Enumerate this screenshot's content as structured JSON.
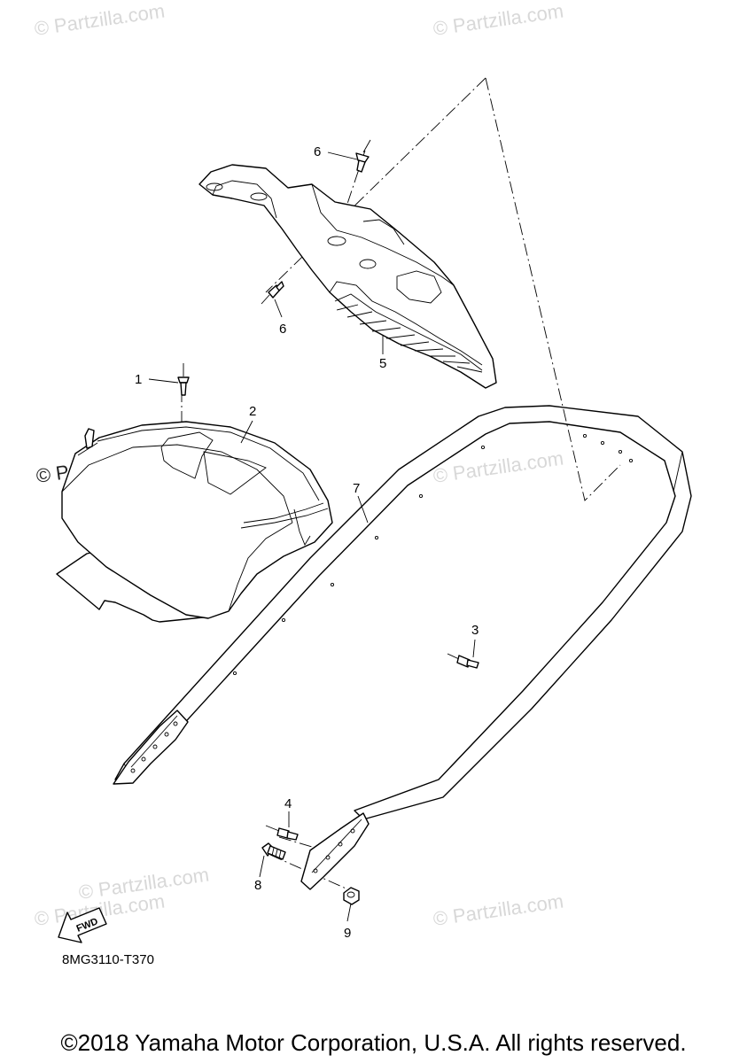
{
  "diagram": {
    "callouts": {
      "c1": "1",
      "c2": "2",
      "c3": "3",
      "c4": "4",
      "c5": "5",
      "c6a": "6",
      "c6b": "6",
      "c7": "7",
      "c8": "8",
      "c9": "9"
    },
    "fwd_label": "FWD",
    "diagram_code": "8MG3110-T370",
    "watermarks": {
      "wm1": "© Partzilla.com",
      "wm2": "© Partzilla.com",
      "wm3": "© Partzilla.com",
      "wm4": "© Partzilla.com",
      "wm5": "© Partzilla.com",
      "wm6": "© Partzilla.com",
      "wm7": "© Partzilla.com"
    }
  },
  "footer": {
    "copyright": "©2018 Yamaha Motor Corporation, U.S.A. All rights reserved."
  }
}
